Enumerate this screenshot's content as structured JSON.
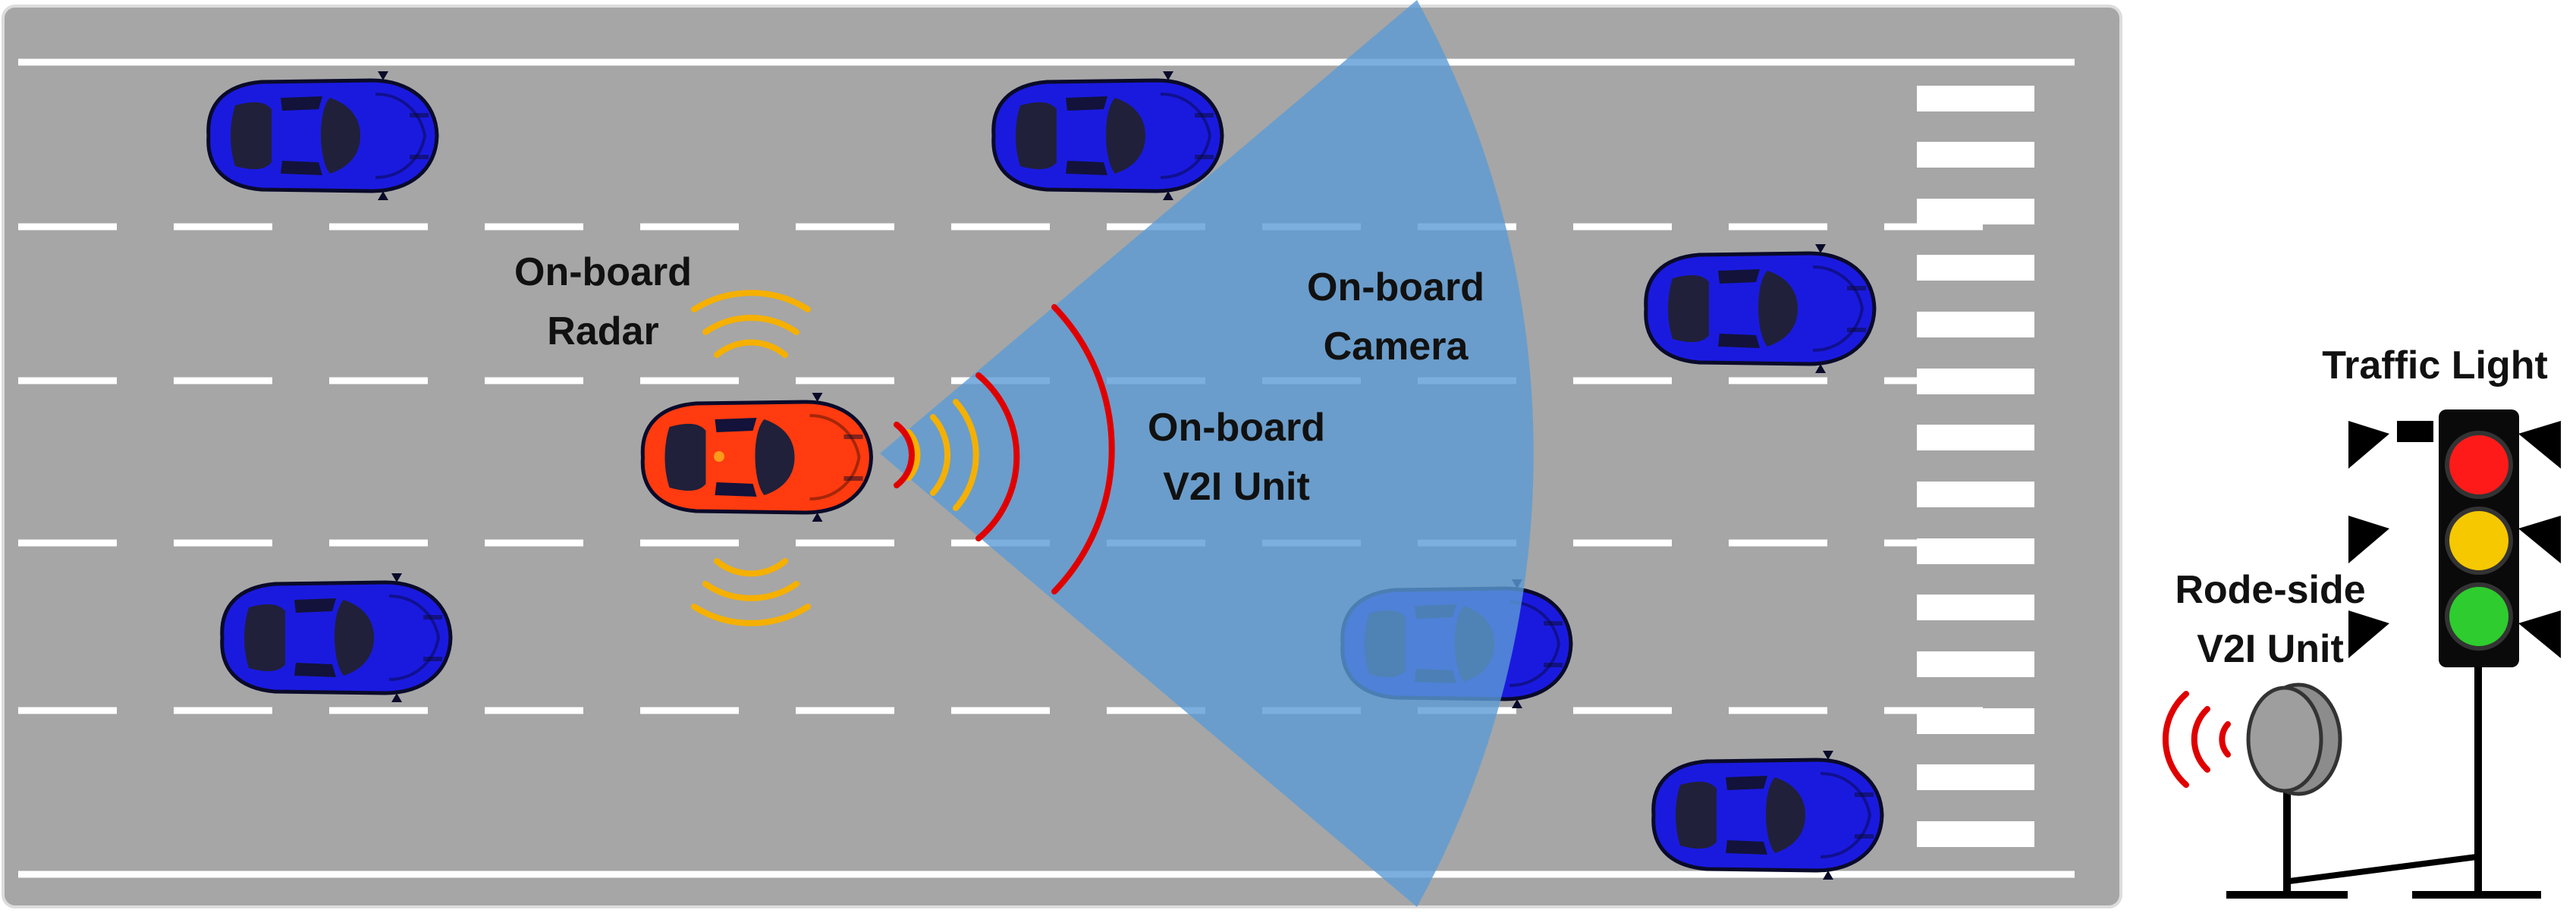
{
  "labels": {
    "onboard_radar": [
      "On-board",
      "Radar"
    ],
    "onboard_camera": [
      "On-board",
      "Camera"
    ],
    "onboard_v2i": [
      "On-board",
      "V2I Unit"
    ],
    "traffic_light": "Traffic Light",
    "roadside_v2i": [
      "Rode-side",
      "V2I Unit"
    ]
  },
  "colors": {
    "road": "#a6a6a6",
    "lane_marking": "#ffffff",
    "camera_fov": "#5b9bd5",
    "ego_car": "#ff3b0f",
    "other_cars": "#1a1adf",
    "radar_waves": "#f5b000",
    "v2i_waves": "#e00000",
    "light_red": "#ff1a1a",
    "light_yellow": "#f5c800",
    "light_green": "#2ecc2e"
  },
  "icons": {
    "ego": "red-sports-car-icon",
    "vehicle": "blue-car-icon",
    "traffic_light": "traffic-light-icon",
    "roadside_unit": "roadside-unit-icon"
  }
}
